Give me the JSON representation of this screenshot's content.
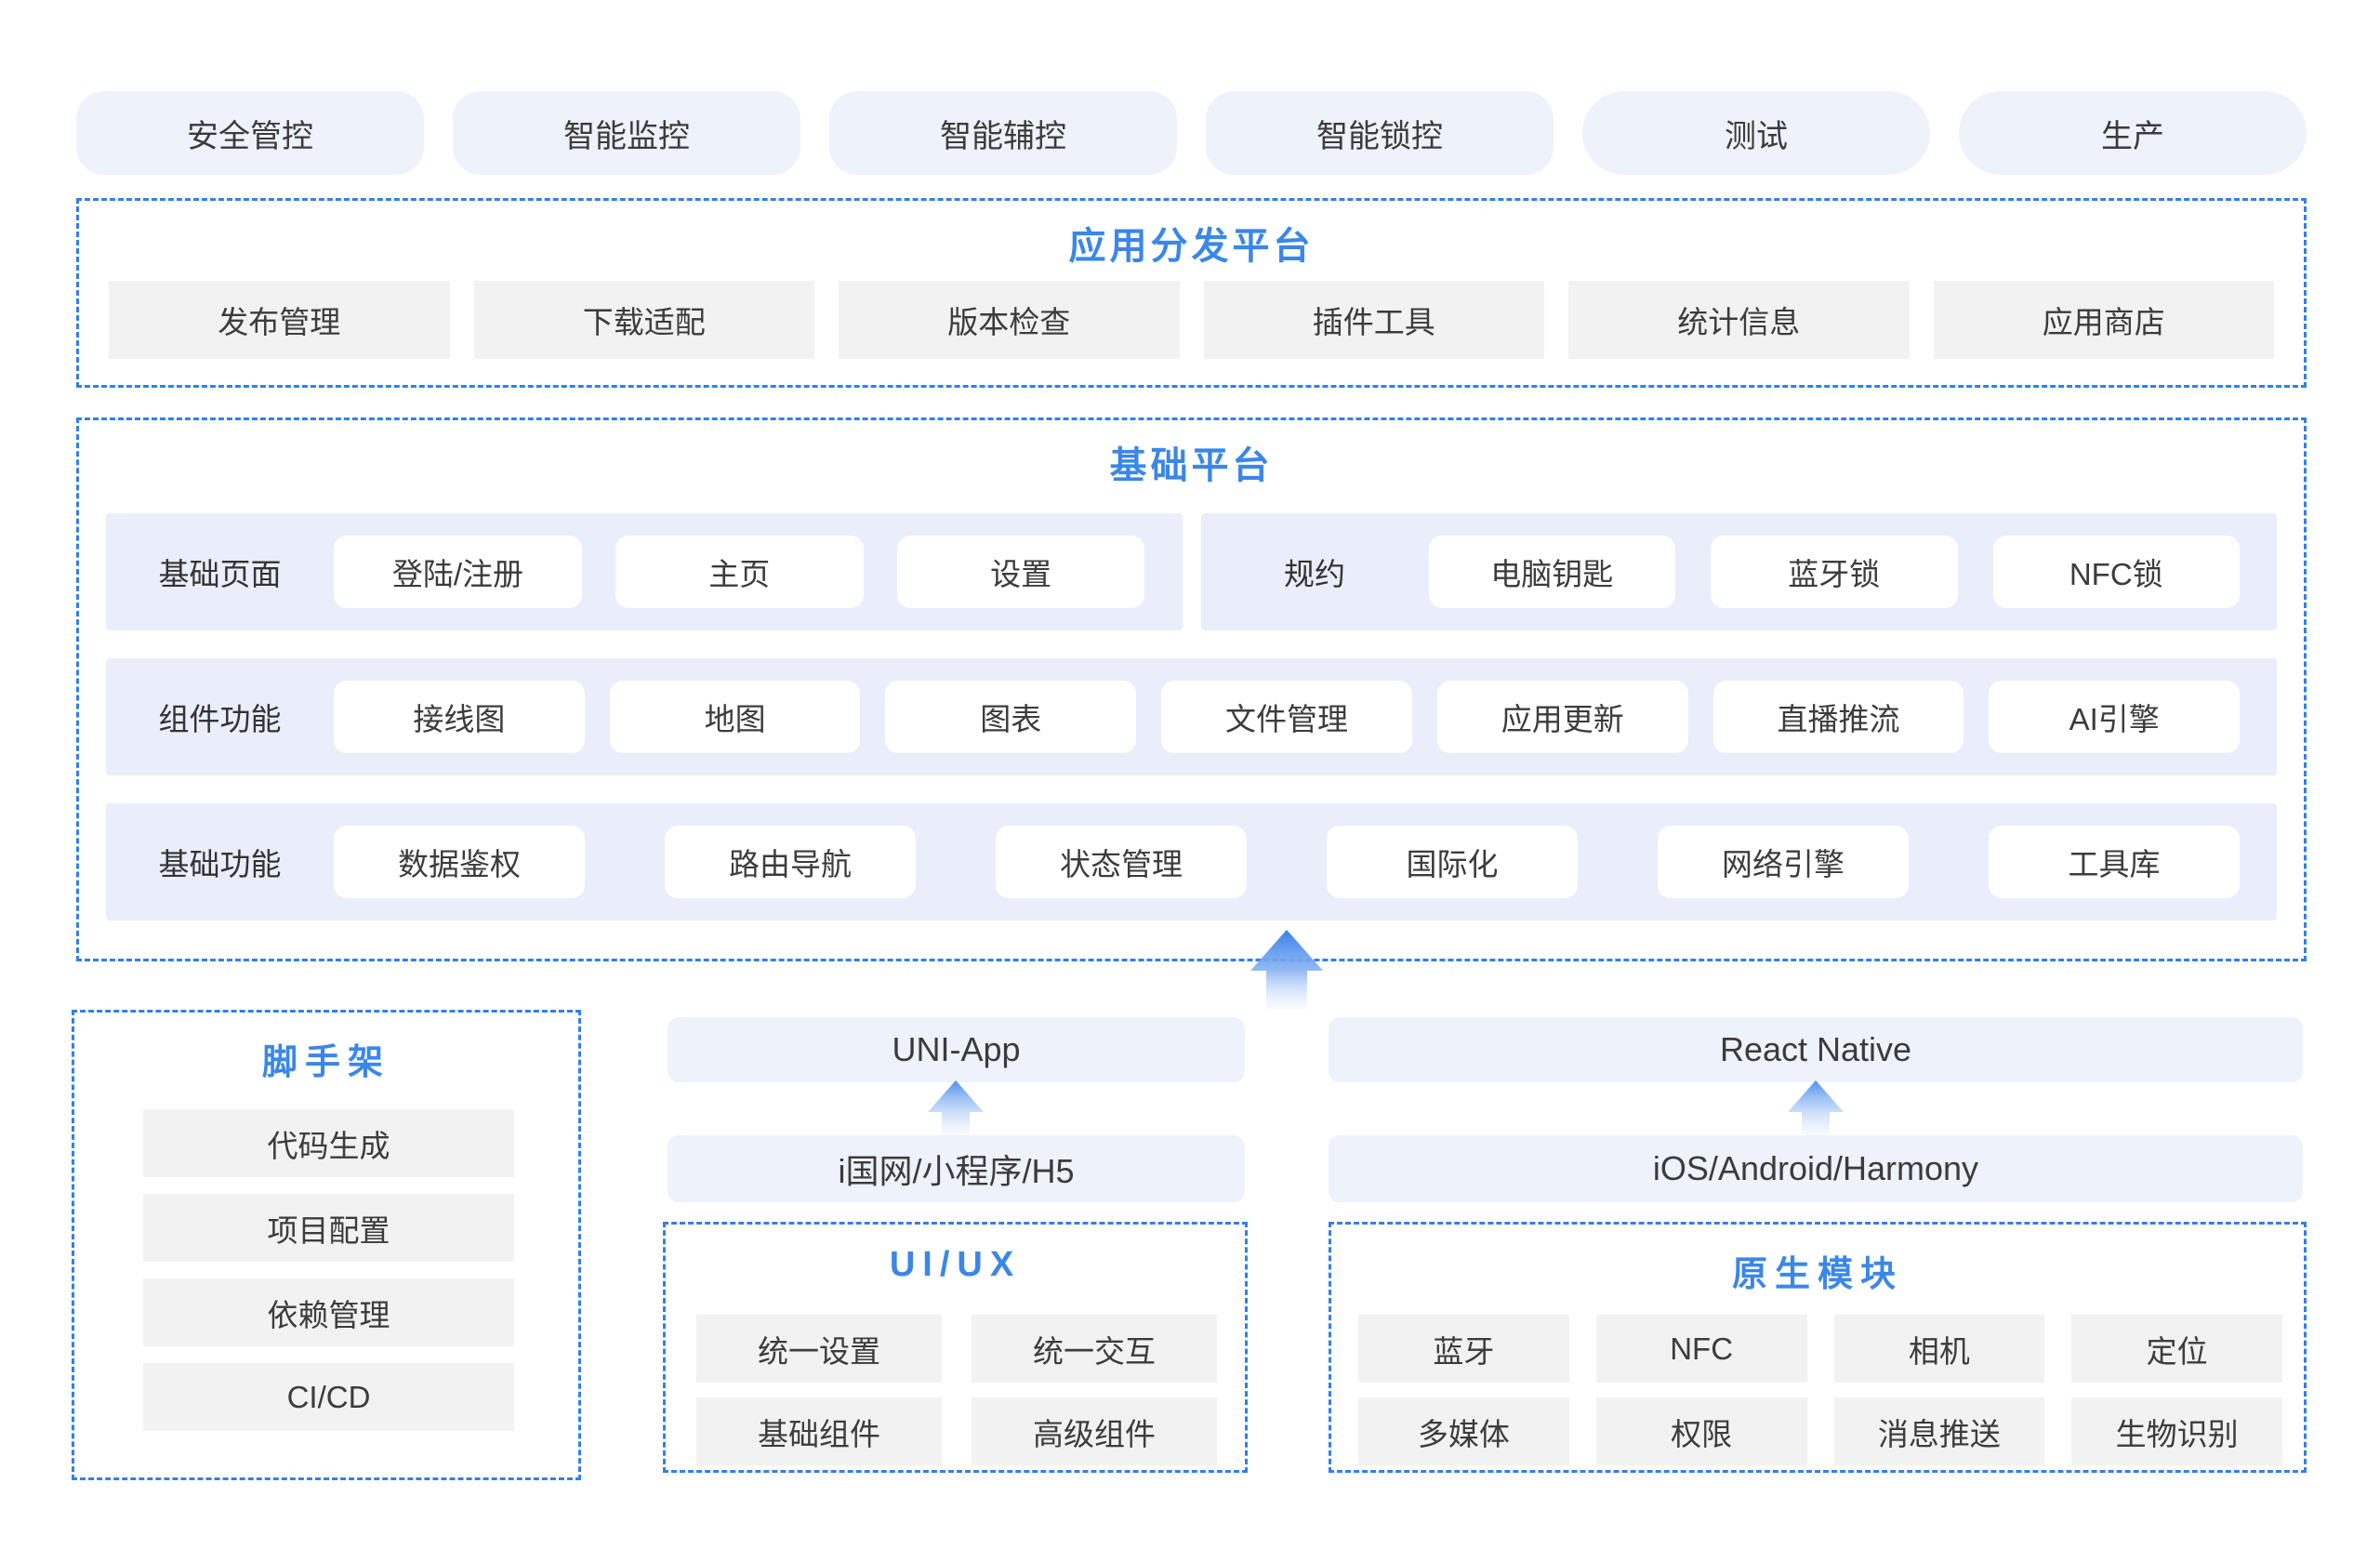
{
  "colors": {
    "accent_blue": "#3a87e8",
    "dashed_border": "#2f80ed",
    "pill_bg": "#eef2fa",
    "panel_bg": "#e9eefa",
    "item_bg": "#f2f2f2",
    "card_bg": "#ffffff",
    "arrow_top": "#3b81e9",
    "arrow_bottom": "#e9f0fd",
    "text_dark": "#3c3c3c"
  },
  "icons": {
    "big_up_arrow": "up-arrow",
    "small_up_arrow": "up-arrow"
  },
  "top_pills": [
    "安全管控",
    "智能监控",
    "智能辅控",
    "智能锁控",
    "测试",
    "生产"
  ],
  "app_distribution": {
    "title": "应用分发平台",
    "items": [
      "发布管理",
      "下载适配",
      "版本检查",
      "插件工具",
      "统计信息",
      "应用商店"
    ]
  },
  "base_platform": {
    "title": "基础平台",
    "row1_left": {
      "label": "基础页面",
      "items": [
        "登陆/注册",
        "主页",
        "设置"
      ]
    },
    "row1_right": {
      "label": "规约",
      "items": [
        "电脑钥匙",
        "蓝牙锁",
        "NFC锁"
      ]
    },
    "row2": {
      "label": "组件功能",
      "items": [
        "接线图",
        "地图",
        "图表",
        "文件管理",
        "应用更新",
        "直播推流",
        "AI引擎"
      ]
    },
    "row3": {
      "label": "基础功能",
      "items": [
        "数据鉴权",
        "路由导航",
        "状态管理",
        "国际化",
        "网络引擎",
        "工具库"
      ]
    }
  },
  "scaffold": {
    "title": "脚手架",
    "items": [
      "代码生成",
      "项目配置",
      "依赖管理",
      "CI/CD"
    ]
  },
  "uniapp_stack": {
    "framework": "UNI-App",
    "platforms": "i国网/小程序/H5"
  },
  "rn_stack": {
    "framework": "React Native",
    "platforms": "iOS/Android/Harmony"
  },
  "uiux": {
    "title": "UI/UX",
    "items": [
      "统一设置",
      "统一交互",
      "基础组件",
      "高级组件"
    ]
  },
  "native_modules": {
    "title": "原生模块",
    "items": [
      "蓝牙",
      "NFC",
      "相机",
      "定位",
      "多媒体",
      "权限",
      "消息推送",
      "生物识别"
    ]
  }
}
